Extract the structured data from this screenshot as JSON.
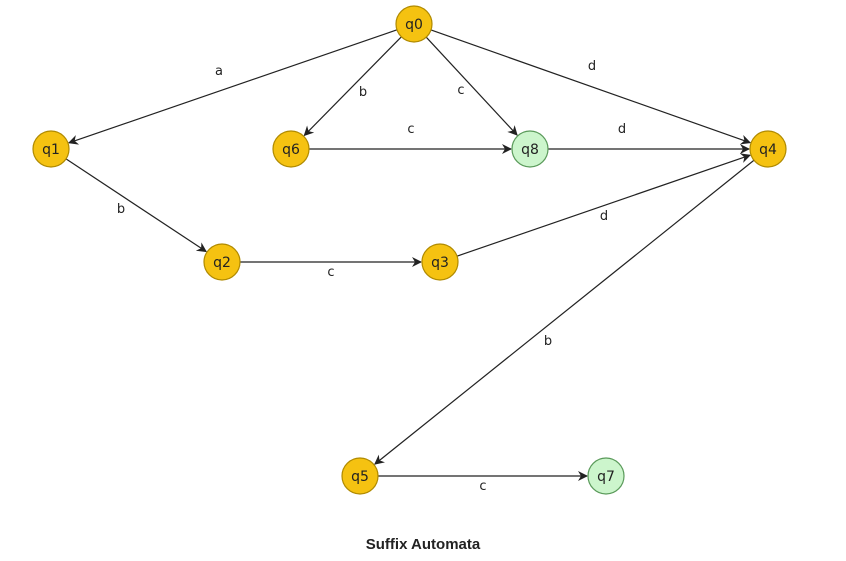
{
  "caption": "Suffix Automata",
  "colors": {
    "normal_fill": "#f5c211",
    "normal_stroke": "#b08a00",
    "accept_fill": "#ccf5cc",
    "accept_stroke": "#5a9a5a",
    "edge": "#222222"
  },
  "nodes": [
    {
      "id": "q0",
      "label": "q0",
      "accepting": false
    },
    {
      "id": "q1",
      "label": "q1",
      "accepting": false
    },
    {
      "id": "q2",
      "label": "q2",
      "accepting": false
    },
    {
      "id": "q3",
      "label": "q3",
      "accepting": false
    },
    {
      "id": "q4",
      "label": "q4",
      "accepting": false
    },
    {
      "id": "q5",
      "label": "q5",
      "accepting": false
    },
    {
      "id": "q6",
      "label": "q6",
      "accepting": false
    },
    {
      "id": "q7",
      "label": "q7",
      "accepting": true
    },
    {
      "id": "q8",
      "label": "q8",
      "accepting": true
    }
  ],
  "edges": [
    {
      "from": "q0",
      "to": "q1",
      "label": "a"
    },
    {
      "from": "q0",
      "to": "q6",
      "label": "b"
    },
    {
      "from": "q0",
      "to": "q8",
      "label": "c"
    },
    {
      "from": "q0",
      "to": "q4",
      "label": "d"
    },
    {
      "from": "q6",
      "to": "q8",
      "label": "c"
    },
    {
      "from": "q8",
      "to": "q4",
      "label": "d"
    },
    {
      "from": "q1",
      "to": "q2",
      "label": "b"
    },
    {
      "from": "q2",
      "to": "q3",
      "label": "c"
    },
    {
      "from": "q3",
      "to": "q4",
      "label": "d"
    },
    {
      "from": "q4",
      "to": "q5",
      "label": "b"
    },
    {
      "from": "q5",
      "to": "q7",
      "label": "c"
    }
  ]
}
